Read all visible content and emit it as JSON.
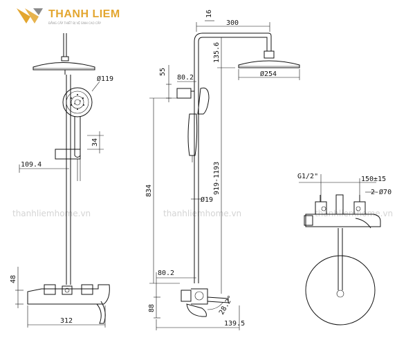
{
  "logo": {
    "brand": "THANH LIEM",
    "tagline": "ĐẲNG CẤP THIẾT BỊ VỆ SINH CAO CẤP",
    "colors": {
      "gold": "#e3a62f",
      "gray": "#8a8a8a"
    }
  },
  "watermark": "thanhliemhome.vn",
  "dimensions": {
    "front": {
      "arm_width": "109.4",
      "hand_shower": "Ø119",
      "grip": "34",
      "base": "48",
      "body_width": "312"
    },
    "side": {
      "arm": "300",
      "top_offset": "16",
      "drop": "135.6",
      "head": "Ø254",
      "pipe": "55",
      "holder_offset": "80.2",
      "rail": "834",
      "column": "919-1193",
      "tube": "Ø19",
      "valve_offset": "80.2",
      "spout_height": "88",
      "spout_depth": "139.5",
      "angle": "28.2°"
    },
    "top": {
      "thread": "G1/2\"",
      "centres": "150±15",
      "inlets": "2-Ø70"
    }
  }
}
